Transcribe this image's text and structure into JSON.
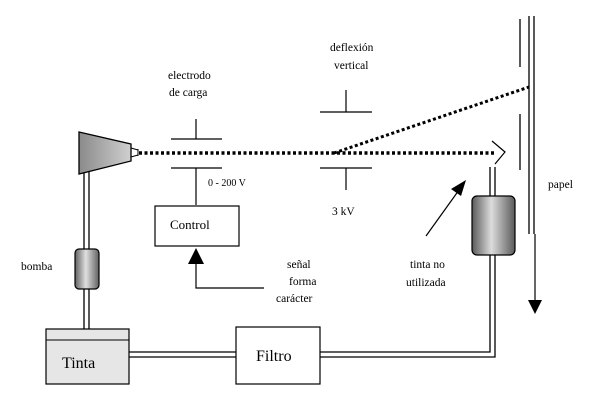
{
  "labels": {
    "electrodo_line1": "electrodo",
    "electrodo_line2": "de carga",
    "deflexion_line1": "deflexión",
    "deflexion_line2": "vertical",
    "voltage_charge": "0 - 200 V",
    "voltage_deflect": "3 kV",
    "control": "Control",
    "senal_line1": "señal",
    "senal_line2": "forma",
    "senal_line3": "carácter",
    "bomba": "bomba",
    "tinta_no_line1": "tinta no",
    "tinta_no_line2": "utilizada",
    "papel": "papel",
    "tinta": "Tinta",
    "filtro": "Filtro"
  },
  "colors": {
    "line": "#000000",
    "ink_fill": "#e6e6e6",
    "nozzle_fill": "#b3b3b3",
    "cylinder_dark": "#606060",
    "cylinder_light": "#d8d8d8"
  }
}
